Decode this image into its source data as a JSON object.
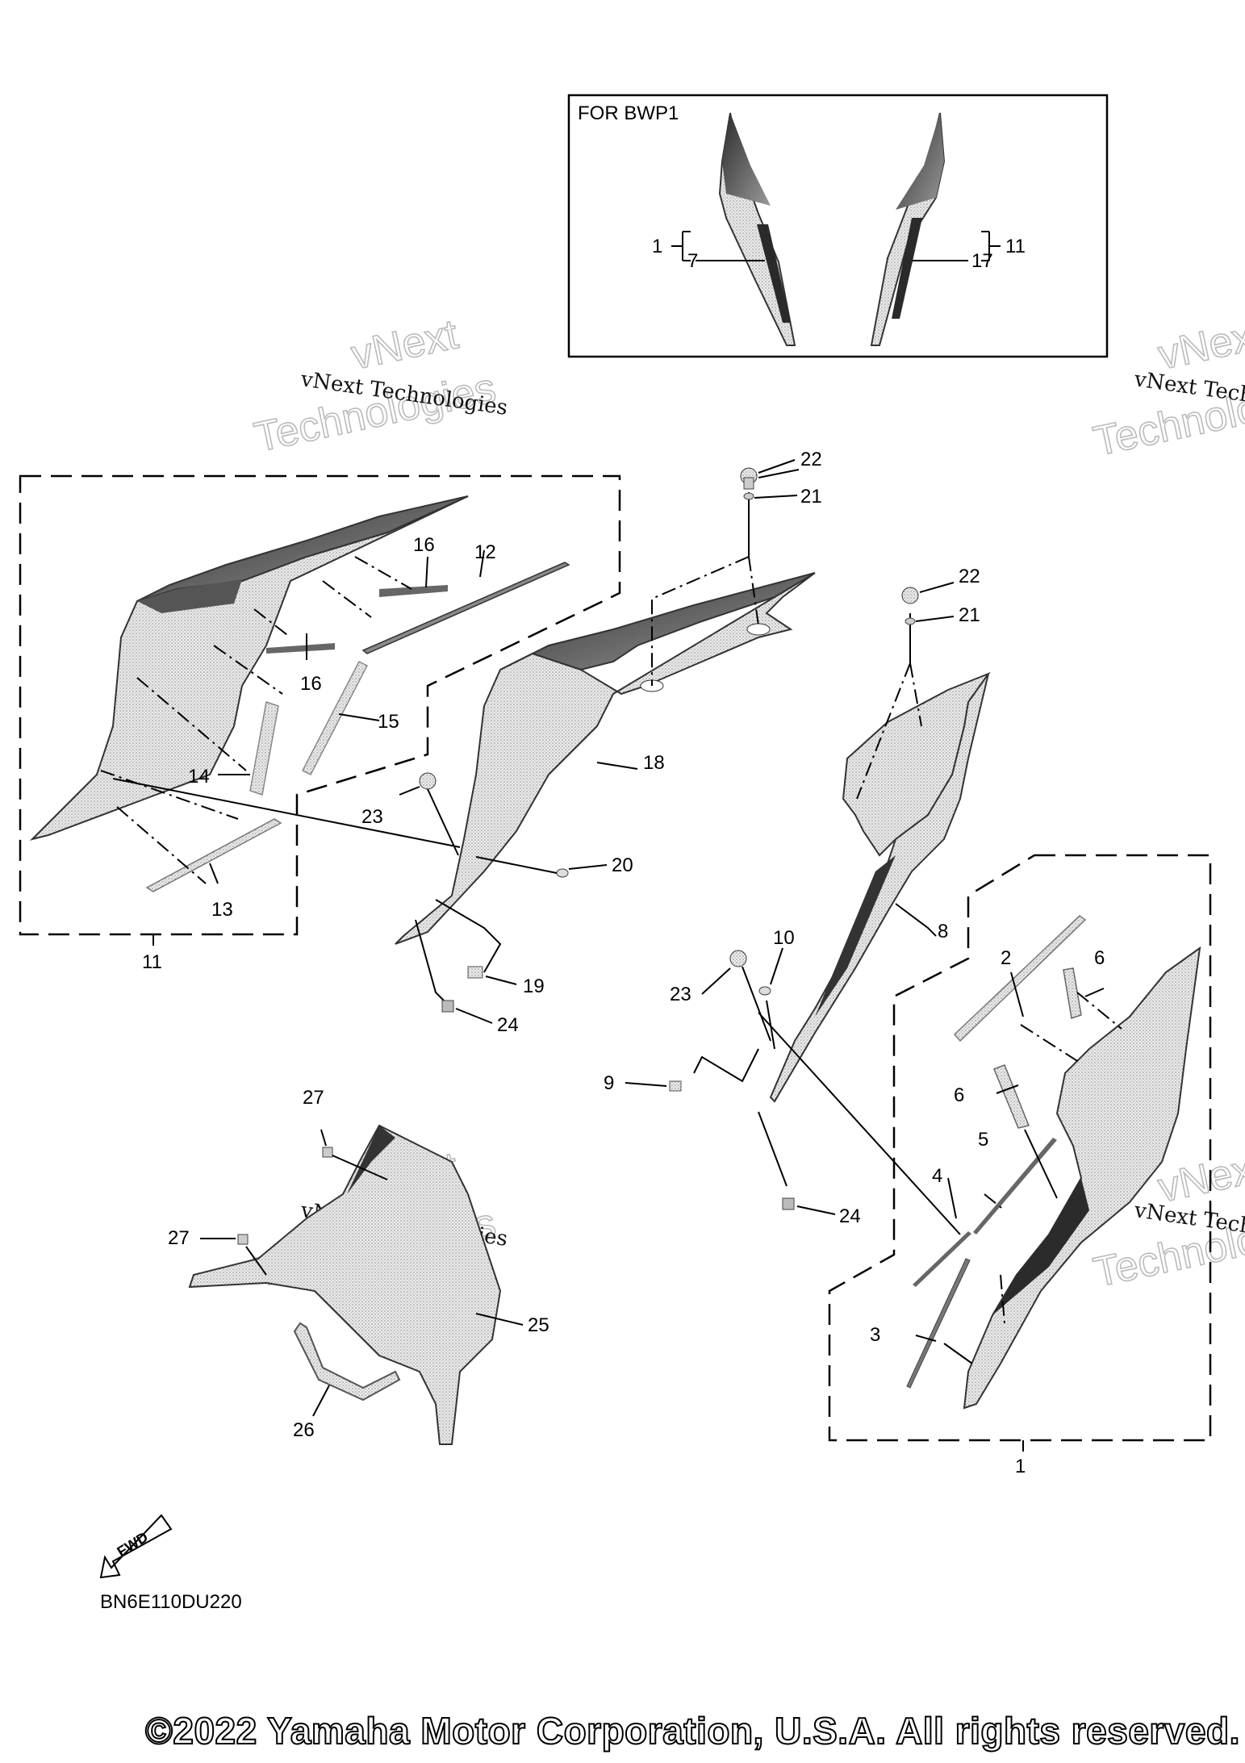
{
  "inset": {
    "title": "FOR BWP1"
  },
  "callouts": {
    "c1": "1",
    "c2": "2",
    "c3": "3",
    "c4": "4",
    "c5": "5",
    "c6": "6",
    "c7": "7",
    "c8": "8",
    "c9": "9",
    "c10": "10",
    "c11": "11",
    "c12": "12",
    "c13": "13",
    "c14": "14",
    "c15": "15",
    "c16": "16",
    "c17": "17",
    "c18": "18",
    "c19": "19",
    "c20": "20",
    "c21": "21",
    "c22": "22",
    "c23": "23",
    "c24": "24",
    "c25": "25",
    "c26": "26",
    "c27": "27"
  },
  "watermark": {
    "line1": "vNext Technologies",
    "line2a": "vNext",
    "line2b": "Technologies"
  },
  "fwd_badge": "FWD",
  "drawing_code": "BN6E110DU220",
  "copyright": "©2022 Yamaha Motor Corporation, U.S.A. All rights reserved.",
  "colors": {
    "ink": "#000000",
    "panel_dark": "#3a3a3a",
    "panel_light": "#e6e6e6",
    "watermark_outline": "#bbbbbb"
  }
}
